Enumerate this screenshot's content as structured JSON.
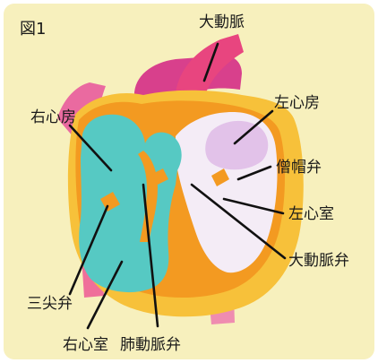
{
  "figure_label": "図1",
  "labels": {
    "aorta": "大動脈",
    "right_atrium": "右心房",
    "left_atrium": "左心房",
    "mitral_valve": "僧帽弁",
    "left_ventricle": "左心室",
    "aortic_valve": "大動脈弁",
    "tricuspid_valve": "三尖弁",
    "right_ventricle": "右心室",
    "pulmonary_valve": "肺動脈弁"
  },
  "colors": {
    "background": "#f7f0bd",
    "right_heart": "#56c9c3",
    "left_heart_light": "#f4ecf6",
    "left_heart_lilac": "#e2c2e9",
    "myocardium": "#f39a21",
    "outer_wall": "#f7c13a",
    "vessel_pink": "#e8457f",
    "vessel_magenta": "#cf3a8c",
    "vessel_orange": "#f5a06a",
    "leader_line": "#111111"
  }
}
